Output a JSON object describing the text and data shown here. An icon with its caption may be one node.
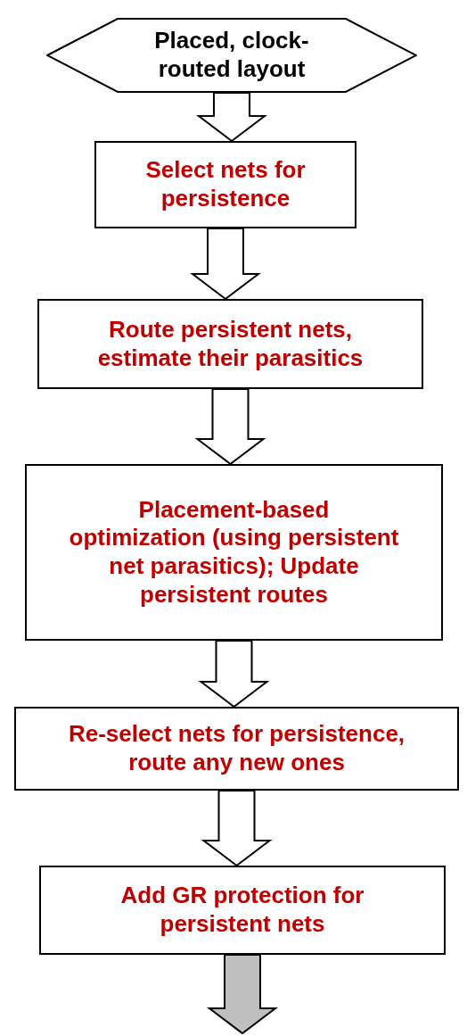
{
  "diagram": {
    "nodes": [
      {
        "text": [
          "Placed, clock-routed layout"
        ]
      },
      {
        "text": [
          "Select nets for persistence"
        ]
      },
      {
        "text": [
          "Route persistent nets, estimate their parasitics"
        ]
      },
      {
        "text": [
          "Placement-based optimization (using persistent net parasitics); Update persistent routes"
        ]
      },
      {
        "text": [
          "Re-select nets for persistence, route any new ones"
        ]
      },
      {
        "text": [
          "Add GR protection for persistent nets"
        ]
      }
    ],
    "edges": [
      {
        "from": 0,
        "to": 1,
        "arrow": "to"
      },
      {
        "from": 1,
        "to": 2,
        "arrow": "to"
      },
      {
        "from": 2,
        "to": 3,
        "arrow": "to"
      },
      {
        "from": 3,
        "to": 4,
        "arrow": "to"
      },
      {
        "from": 4,
        "to": 5,
        "arrow": "to"
      },
      {
        "from": 5,
        "to": null,
        "arrow": "to",
        "color": "#bfbfbf"
      }
    ]
  }
}
